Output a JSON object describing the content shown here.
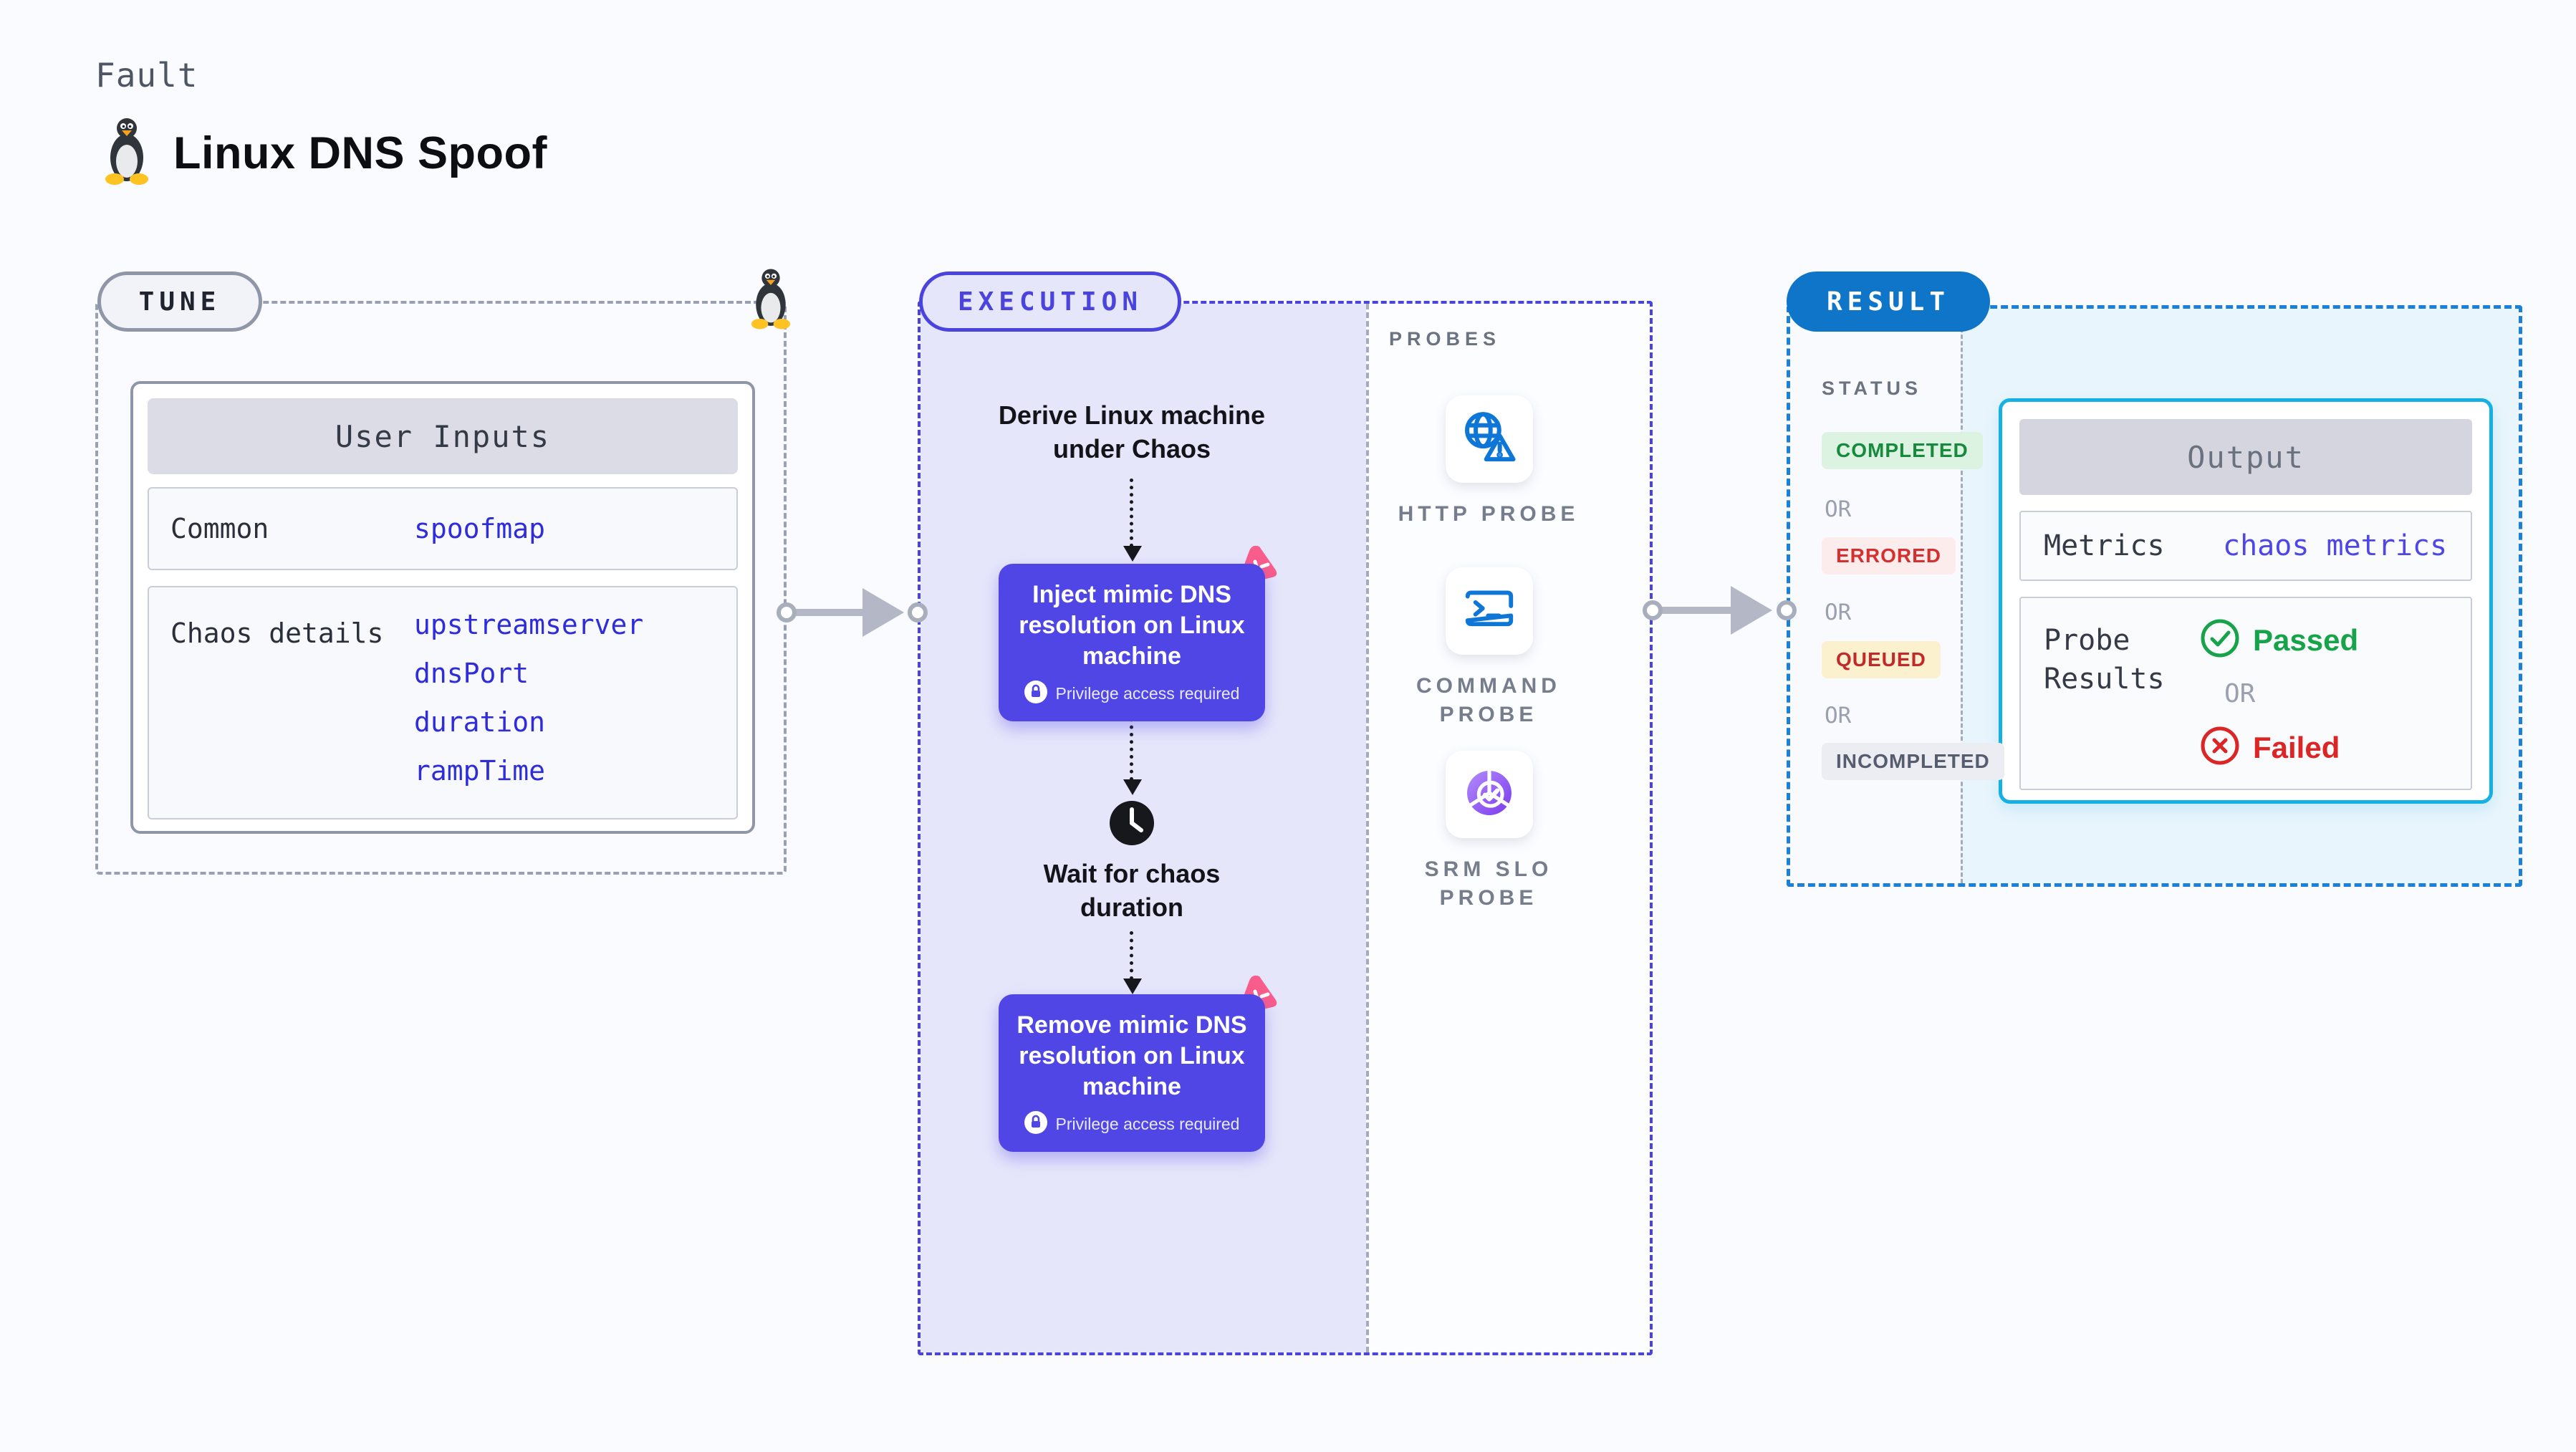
{
  "header": {
    "kicker": "Fault",
    "title": "Linux DNS Spoof",
    "icon": "tux-penguin"
  },
  "tune": {
    "label": "TUNE",
    "corner_icon": "tux-penguin",
    "card": {
      "title": "User Inputs",
      "rows": [
        {
          "label": "Common",
          "values": [
            "spoofmap"
          ]
        },
        {
          "label": "Chaos details",
          "values": [
            "upstreamserver",
            "dnsPort",
            "duration",
            "rampTime"
          ]
        }
      ]
    }
  },
  "execution": {
    "label": "EXECUTION",
    "steps": {
      "derive": "Derive Linux machine under Chaos",
      "inject": "Inject mimic DNS resolution on Linux machine",
      "wait": "Wait for chaos duration",
      "remove": "Remove mimic DNS resolution on Linux machine",
      "privilege": "Privilege access required"
    },
    "probes": {
      "label": "PROBES",
      "items": [
        {
          "name": "HTTP PROBE",
          "icon": "globe-warning-icon"
        },
        {
          "name": "COMMAND PROBE",
          "icon": "terminal-icon"
        },
        {
          "name": "SRM SLO PROBE",
          "icon": "slo-donut-check-icon"
        }
      ]
    }
  },
  "result": {
    "label": "RESULT",
    "status": {
      "label": "STATUS",
      "separator": "OR",
      "items": [
        "COMPLETED",
        "ERRORED",
        "QUEUED",
        "INCOMPLETED"
      ]
    },
    "output": {
      "title": "Output",
      "metrics_label": "Metrics",
      "metrics_value": "chaos metrics",
      "probe_results_label": "Probe Results",
      "passed": "Passed",
      "or": "OR",
      "failed": "Failed"
    }
  },
  "colors": {
    "background": "#fafbfe",
    "tune_border": "#9aa0b4",
    "execution_accent": "#4a43dd",
    "execution_panel": "#e6e6fb",
    "step_box": "#4f46e5",
    "chaos_pink": "#f95d8b",
    "probe_blue": "#0e76d7",
    "slo_purple": "#7c3aed",
    "result_blue": "#0f75c9",
    "result_dash": "#1b80d6",
    "output_border": "#17b0e4",
    "passed_green": "#16a34a",
    "failed_red": "#dc2626",
    "completed_bg": "#dcf3e1",
    "errored_bg": "#fdecec",
    "queued_bg": "#fcf1cf",
    "incompleted_bg": "#ececf3",
    "value_blue": "#2f2cd9"
  }
}
